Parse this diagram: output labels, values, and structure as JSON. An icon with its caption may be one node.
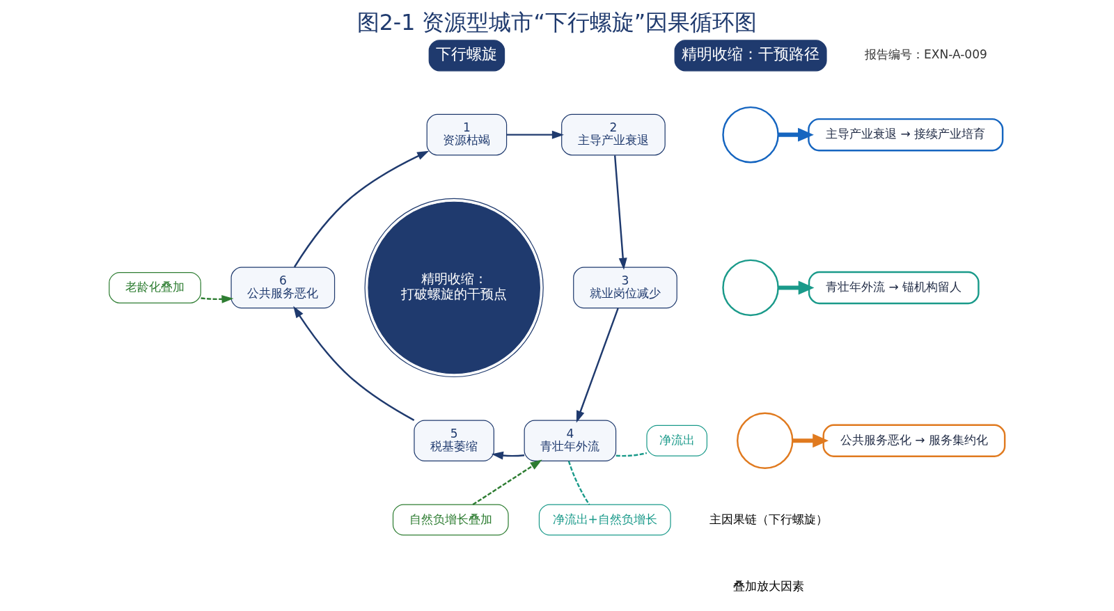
{
  "diagram": {
    "title": "图2-1 资源型城市“下行螺旋”因果循环图",
    "nodes": [
      {
        "text": [
          "下行螺旋"
        ]
      },
      {
        "text": [
          "1",
          "资源枯竭"
        ]
      },
      {
        "text": [
          "2",
          "主导产业衰退"
        ]
      },
      {
        "text": [
          "3",
          "就业岗位减少"
        ]
      },
      {
        "text": [
          "4",
          "青壮年外流"
        ]
      },
      {
        "text": [
          "5",
          "税基萎缩"
        ]
      },
      {
        "text": [
          "6",
          "公共服务恶化"
        ]
      },
      {
        "text": [
          "精明收缩：",
          "打破螺旋的干预点"
        ]
      },
      {
        "text": [
          "老龄化叠加"
        ]
      },
      {
        "text": [
          "自然负增长叠加"
        ]
      },
      {
        "text": [
          "净流出"
        ]
      },
      {
        "text": [
          "净流出+自然负增长"
        ]
      },
      {
        "text": [
          "精明收缩：干预路径"
        ]
      },
      {
        "text": [],
        "shape": "circle"
      },
      {
        "text": [
          "主导产业衰退 → 接续产业培育"
        ]
      },
      {
        "text": [],
        "shape": "circle"
      },
      {
        "text": [
          "青壮年外流 → 锚机构留人"
        ]
      },
      {
        "text": [],
        "shape": "circle"
      },
      {
        "text": [
          "公共服务恶化 → 服务集约化"
        ]
      }
    ],
    "edges": [
      {
        "from": 1,
        "to": 2,
        "arrow": "to"
      },
      {
        "from": 2,
        "to": 3,
        "arrow": "to"
      },
      {
        "from": 3,
        "to": 4,
        "arrow": "to"
      },
      {
        "from": 4,
        "to": 5,
        "arrow": "to"
      },
      {
        "from": 5,
        "to": 6,
        "arrow": "to"
      },
      {
        "from": 6,
        "to": 1,
        "arrow": "to"
      },
      {
        "from": 8,
        "to": 6,
        "arrow": "to",
        "style": "dashed",
        "color": "#2e7d32"
      },
      {
        "from": 9,
        "to": 4,
        "arrow": "to",
        "style": "dashed",
        "color": "#2e7d32"
      },
      {
        "from": 4,
        "to": 10,
        "arrow": "none",
        "style": "dashed",
        "color": "#1a9a8a"
      },
      {
        "from": 4,
        "to": 11,
        "arrow": "none",
        "style": "dashed",
        "color": "#1a9a8a"
      },
      {
        "from": 13,
        "to": 14,
        "arrow": "to",
        "style": "thick",
        "color": "#1565c0"
      },
      {
        "from": 15,
        "to": 16,
        "arrow": "to",
        "style": "thick",
        "color": "#1a9a8a"
      },
      {
        "from": 17,
        "to": 18,
        "arrow": "to",
        "style": "thick",
        "color": "#e07a1f"
      }
    ],
    "labels": [
      "报告编号：EXN-A-009"
    ],
    "legend": [
      {
        "text": "主因果链（下行螺旋）"
      },
      {
        "text": "叠加放大因素"
      }
    ]
  }
}
